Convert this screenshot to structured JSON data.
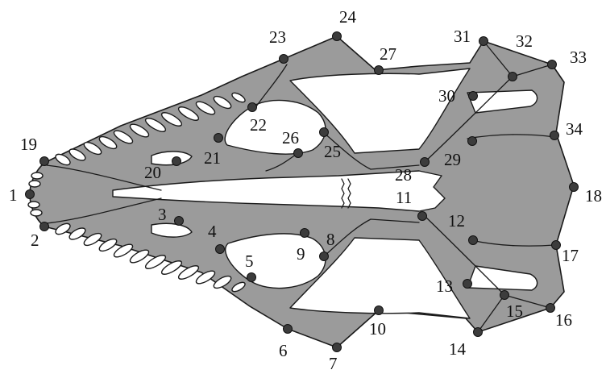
{
  "figure": {
    "background": "#ffffff",
    "bone_color": "#9b9b9b",
    "line_color": "#1a1a1a",
    "dot_color": "#3c3c3c"
  },
  "landmarks": [
    {
      "label": "1"
    },
    {
      "label": "2"
    },
    {
      "label": "3"
    },
    {
      "label": "4"
    },
    {
      "label": "5"
    },
    {
      "label": "6"
    },
    {
      "label": "7"
    },
    {
      "label": "8"
    },
    {
      "label": "9"
    },
    {
      "label": "10"
    },
    {
      "label": "11"
    },
    {
      "label": "12"
    },
    {
      "label": "13"
    },
    {
      "label": "14"
    },
    {
      "label": "15"
    },
    {
      "label": "16"
    },
    {
      "label": "17"
    },
    {
      "label": "18"
    },
    {
      "label": "19"
    },
    {
      "label": "20"
    },
    {
      "label": "21"
    },
    {
      "label": "22"
    },
    {
      "label": "23"
    },
    {
      "label": "24"
    },
    {
      "label": "25"
    },
    {
      "label": "26"
    },
    {
      "label": "27"
    },
    {
      "label": "28"
    },
    {
      "label": "29"
    },
    {
      "label": "30"
    },
    {
      "label": "31"
    },
    {
      "label": "32"
    },
    {
      "label": "33"
    },
    {
      "label": "34"
    }
  ]
}
